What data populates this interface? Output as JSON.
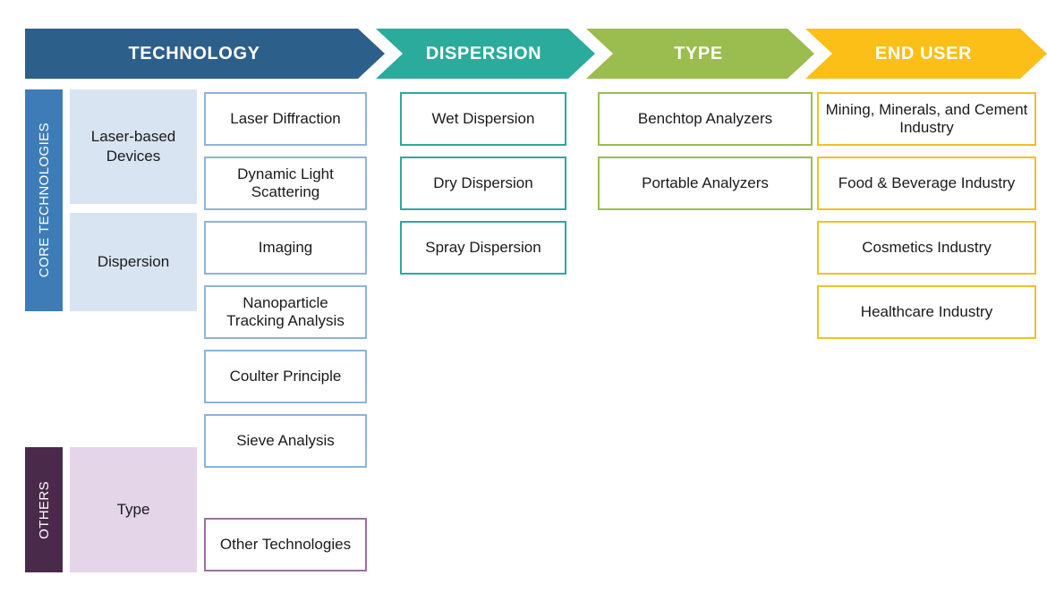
{
  "palette": {
    "technology_blue": "#2d5f8b",
    "dispersion_teal": "#2bab9b",
    "type_green": "#9bbc4e",
    "enduser_amber": "#fbbf18",
    "core_label_blue": "#3e7cb8",
    "others_label_purple": "#4a2a4a",
    "band_blue": "#d8e4f1",
    "band_purple": "#e4d5e9",
    "tech_box_border": "#8eb4d8",
    "other_box_border": "#9d6fa0",
    "text_dark": "#1a1a1a"
  },
  "header": {
    "arrows": [
      {
        "label": "TECHNOLOGY",
        "color": "#2d5f8b"
      },
      {
        "label": "DISPERSION",
        "color": "#2bab9b"
      },
      {
        "label": "TYPE",
        "color": "#9bbc4e"
      },
      {
        "label": "END USER",
        "color": "#fbbf18"
      }
    ]
  },
  "side_labels": [
    {
      "label": "CORE TECHNOLOGIES",
      "color": "#3e7cb8"
    },
    {
      "label": "OTHERS",
      "color": "#4a2a4a"
    }
  ],
  "bands": [
    {
      "label": "Laser-based Devices",
      "color": "#d8e4f1"
    },
    {
      "label": "Dispersion",
      "color": "#d8e4f1"
    },
    {
      "label": "Type",
      "color": "#e4d5e9"
    }
  ],
  "columns": {
    "technology": {
      "header": "TECHNOLOGY",
      "items": [
        "Laser Diffraction",
        "Dynamic Light Scattering",
        "Imaging",
        "Nanoparticle Tracking Analysis",
        "Coulter Principle",
        "Sieve Analysis",
        "Other Technologies"
      ]
    },
    "dispersion": {
      "header": "DISPERSION",
      "items": [
        "Wet Dispersion",
        "Dry Dispersion",
        "Spray Dispersion"
      ]
    },
    "type": {
      "header": "TYPE",
      "items": [
        "Benchtop Analyzers",
        "Portable Analyzers"
      ]
    },
    "end_user": {
      "header": "END USER",
      "items": [
        "Mining, Minerals, and Cement Industry",
        "Food & Beverage Industry",
        "Cosmetics Industry",
        "Healthcare Industry"
      ]
    }
  }
}
